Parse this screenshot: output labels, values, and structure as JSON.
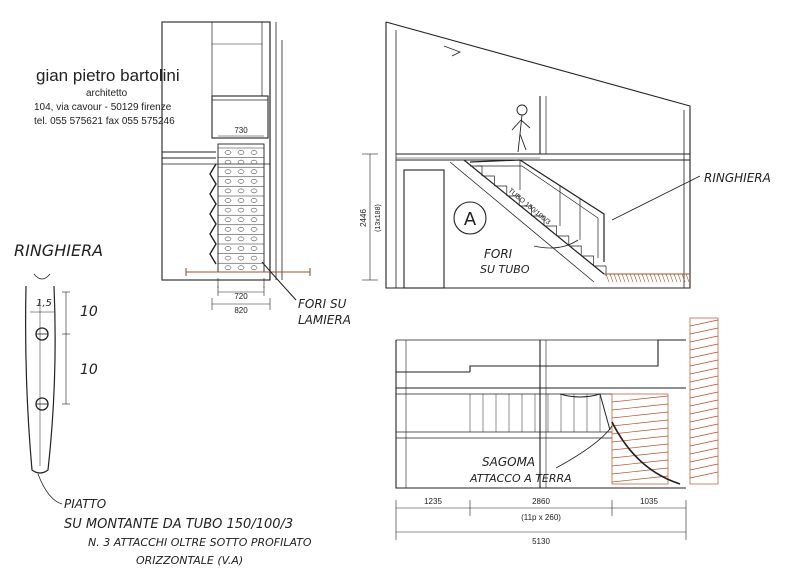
{
  "title_block": {
    "name": "gian pietro bartolini",
    "profession": "architetto",
    "address": "104, via cavour - 50129 firenze",
    "contacts": "tel. 055 575621 fax 055 575246"
  },
  "plan_view": {
    "dim_top": "730",
    "dim_bottom_inner": "720",
    "dim_bottom_outer": "820",
    "note_line1": "FORI SU",
    "note_line2": "LAMIERA"
  },
  "section_view": {
    "height_dim": "2446",
    "height_dim_sub": "(13x188)",
    "tube_label": "TUBO 150/100/3",
    "section_mark": "A",
    "ringhiera_label": "RINGHIERA",
    "holes_line1": "FORI",
    "holes_line2": "SU TUBO"
  },
  "elevation_view": {
    "dim_left": "1235",
    "dim_mid": "2860",
    "dim_mid_sub": "(11p x 260)",
    "dim_right": "1035",
    "dim_total": "5130",
    "note_line1": "SAGOMA",
    "note_line2": "ATTACCO A TERRA"
  },
  "detail": {
    "title": "RINGHIERA",
    "dim_width": "1,5",
    "dim_top": "10",
    "dim_bottom": "10",
    "label_bottom": "PIATTO",
    "spec_line1": "SU MONTANTE DA TUBO 150/100/3",
    "spec_line2": "N. 3 ATTACCHI OLTRE SOTTO PROFILATO",
    "spec_line3": "ORIZZONTALE (V.A)"
  }
}
